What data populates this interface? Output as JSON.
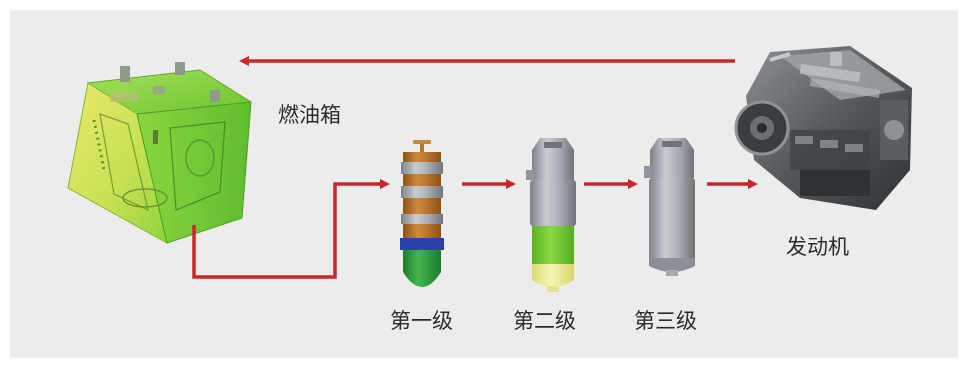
{
  "diagram": {
    "labels": {
      "fuel_tank": "燃油箱",
      "stage_1": "第一级",
      "stage_2": "第二级",
      "stage_3": "第三级",
      "engine": "发动机"
    },
    "colors": {
      "background": "#ececed",
      "arrow": "#c8282c",
      "tank_green": "#7fd23a",
      "tank_yellow": "#e6e85a",
      "filter_body": "#9aa0a6",
      "filter_orange": "#b8752a",
      "filter_green": "#2e9a3c",
      "filter_blue": "#2742a8",
      "filter2_green": "#6cc62c",
      "filter2_yellow": "#eeef96",
      "engine_gray": "#4b4e53"
    },
    "icons": [
      "fuel-tank-icon",
      "primary-filter-icon",
      "secondary-filter-icon",
      "tertiary-filter-icon",
      "engine-icon"
    ]
  }
}
